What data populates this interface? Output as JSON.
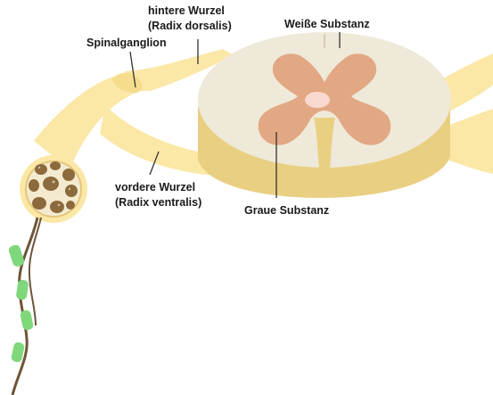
{
  "labels": {
    "hintere_wurzel": [
      "hintere Wurzel",
      "(Radix  dorsalis)"
    ],
    "weisse_substanz": "Weiße Substanz",
    "spinalganglion": "Spinalganglion",
    "vordere_wurzel": [
      "vordere Wurzel",
      "(Radix ventralis)"
    ],
    "graue_substanz": "Graue Substanz"
  },
  "colors": {
    "nerve": "#fbe7a6",
    "nerve_shadow": "#f2d47c",
    "white_matter": "#efe9d9",
    "white_matter_side": "#e9cf82",
    "grey_matter": "#e2a883",
    "central_canal": "#f8d9cf",
    "axon": "#6e553a",
    "myelin": "#7fd87c",
    "fascicle": "#8c6a3c"
  }
}
